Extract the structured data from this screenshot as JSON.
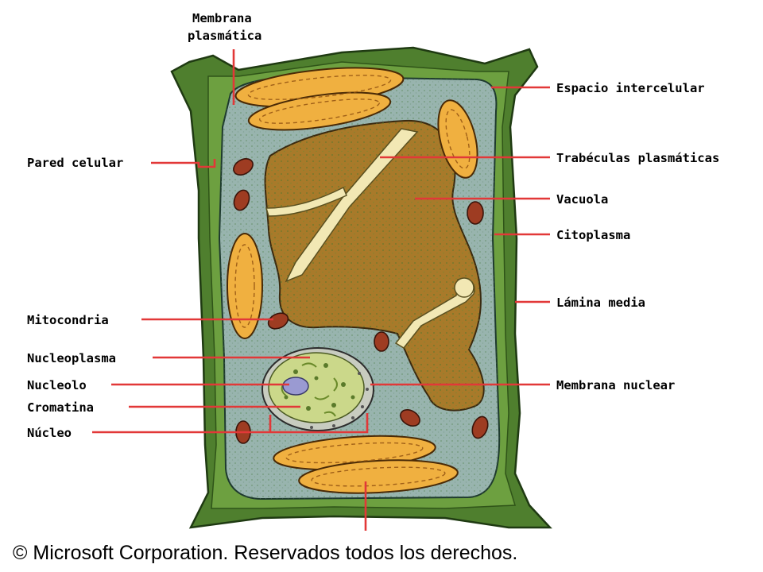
{
  "diagram": {
    "labels": {
      "membrana_plasmatica_1": "Membrana",
      "membrana_plasmatica_2": "plasmática",
      "espacio_intercelular": "Espacio intercelular",
      "pared_celular": "Pared celular",
      "trabeculas": "Trabéculas plasmáticas",
      "vacuola": "Vacuola",
      "citoplasma": "Citoplasma",
      "lamina_media": "Lámina media",
      "mitocondria": "Mitocondria",
      "nucleoplasma": "Nucleoplasma",
      "nucleolo": "Nucleolo",
      "membrana_nuclear": "Membrana nuclear",
      "cromatina": "Cromatina",
      "nucleo": "Núcleo"
    },
    "copyright": "© Microsoft Corporation. Reservados todos los derechos.",
    "colors": {
      "leader": "#e23838",
      "cell_wall": "#4f7f2e",
      "cytoplasm": "#98b4ae",
      "vacuole": "#a87a2a",
      "chloroplast": "#f0b040",
      "nucleus": "#cbd88a",
      "mitochondria": "#9e3c22"
    }
  }
}
